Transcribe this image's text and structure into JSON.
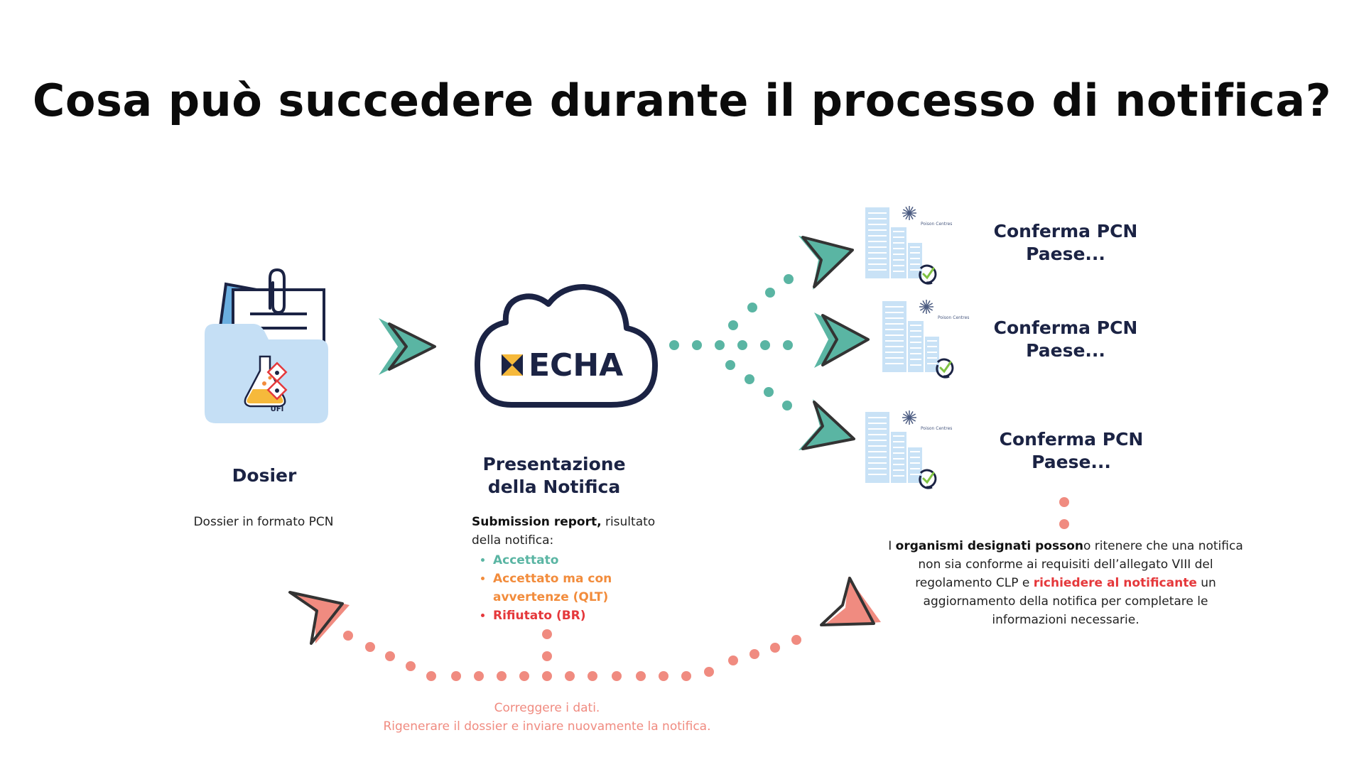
{
  "title": "Cosa può succedere durante il processo di notifica?",
  "dossier": {
    "heading": "Dosier",
    "description": "Dossier in formato PCN",
    "badge": "UFI"
  },
  "echa": {
    "logo_text": "ECHA",
    "heading_line1": "Presentazione",
    "heading_line2": "della Notifica",
    "report_bold": "Submission report,",
    "report_rest1": " risultato",
    "report_rest2": "della notifica:",
    "statuses": [
      {
        "label": "Accettato",
        "color": "#5ab5a3"
      },
      {
        "label": "Accettato ma con",
        "label2": "avvertenze (QLT)",
        "color": "#f28c3c"
      },
      {
        "label": "Rifiutato (BR)",
        "color": "#e5383b"
      }
    ]
  },
  "countries": [
    {
      "line1": "Conferma PCN",
      "line2": "Paese...",
      "pc_label": "Poison Centres"
    },
    {
      "line1": "Conferma PCN",
      "line2": "Paese...",
      "pc_label": "Poison Centres"
    },
    {
      "line1": "Conferma PCN",
      "line2": "Paese...",
      "pc_label": "Poison Centres"
    }
  ],
  "note": {
    "p1": "I ",
    "b1": "organismi designati posson",
    "p2": "o ritenere che una notifica",
    "p3": "non sia conforme ai requisiti dell’allegato VIII del",
    "p4": "regolamento CLP e ",
    "r1": "richiedere al notificante",
    "p5": " un",
    "p6": "aggiornamento della notifica per completare le",
    "p7": "informazioni necessarie."
  },
  "correction": {
    "line1": "Correggere i dati.",
    "line2": "Rigenerare il dossier e inviare nuovamente la notifica."
  },
  "colors": {
    "navy": "#1b2344",
    "teal": "#5ab5a3",
    "salmon": "#f08b80",
    "folder": "#c5dff5",
    "building": "#c9e2f6"
  },
  "icons": [
    "folder-icon",
    "flask-icon",
    "hazard-icon",
    "paperclip-icon",
    "cloud-icon",
    "echa-logo",
    "building-icon",
    "sync-check-icon",
    "arrow-icon"
  ]
}
